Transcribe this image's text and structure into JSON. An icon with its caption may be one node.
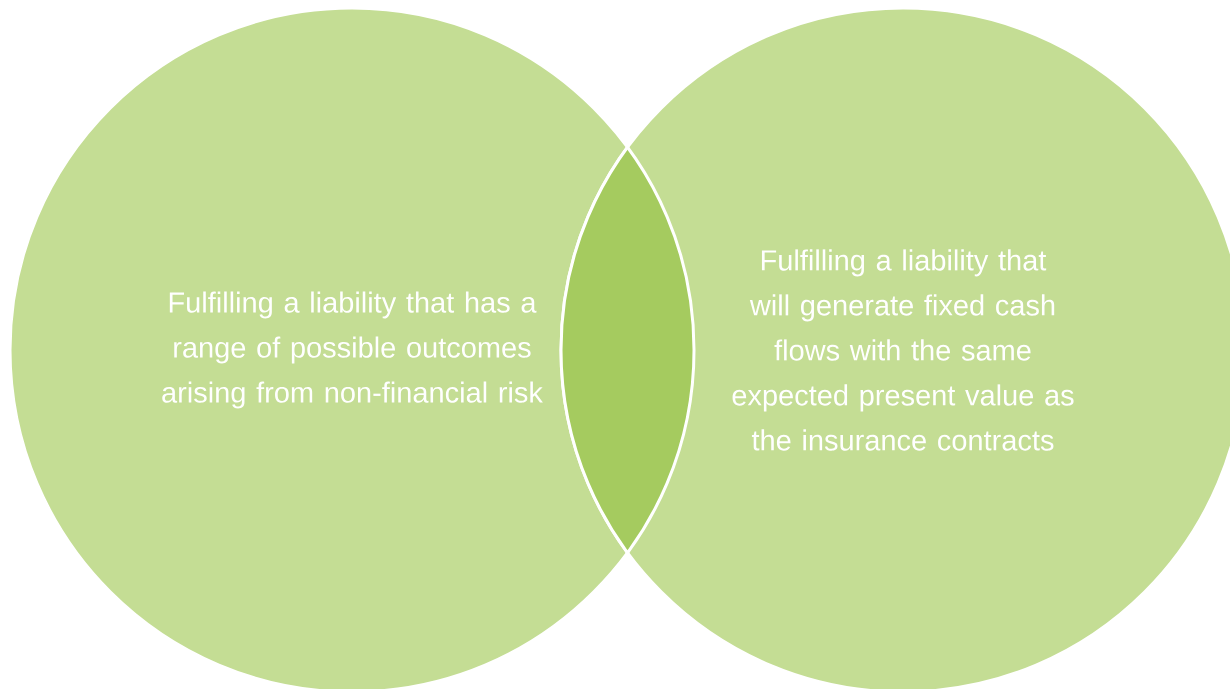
{
  "diagram": {
    "nodes": [
      {
        "text": [
          "Fulfilling a liability that has a range of possible outcomes arising from non-financial risk"
        ]
      },
      {
        "text": [
          "Fulfilling a liability that will generate fixed cash flows with the same expected present value as the insurance contracts"
        ]
      },
      {
        "text": [],
        "shape": "lens"
      }
    ]
  }
}
